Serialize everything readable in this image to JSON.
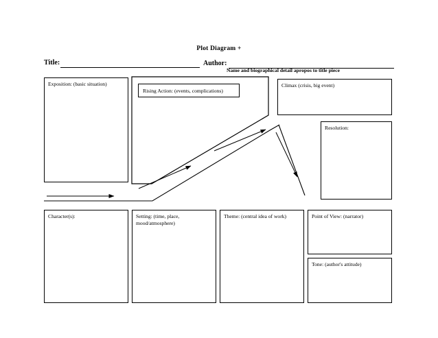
{
  "document": {
    "title": "Plot Diagram +"
  },
  "header": {
    "title_label": "Title:",
    "title_value": "",
    "author_label": "Author:",
    "author_value": "",
    "author_hint": "Name and biographical detail apropos to title piece"
  },
  "boxes": {
    "exposition": {
      "label": "Exposition: (basic situation)",
      "value": ""
    },
    "rising_action": {
      "label": "Rising Action: (events, complications)",
      "value": ""
    },
    "climax": {
      "label": "Climax (crisis, big event)",
      "value": ""
    },
    "resolution": {
      "label": "Resolution:",
      "value": ""
    },
    "character": {
      "label": "Character(s):",
      "value": ""
    },
    "setting": {
      "label": "Setting: (time, place, mood/atmosphere)",
      "value": ""
    },
    "theme": {
      "label": "Theme: (central idea of work)",
      "value": ""
    },
    "point_of_view": {
      "label": "Point of View: (narrator)",
      "value": ""
    },
    "tone": {
      "label": "Tone: (author's attitude)",
      "value": ""
    }
  },
  "diagram": {
    "stroke_color": "#000000",
    "background_color": "#ffffff",
    "arrows": [
      {
        "name": "exposition-baseline-arrow",
        "direction": "right"
      },
      {
        "name": "rising-action-arrow-lower",
        "direction": "up-right"
      },
      {
        "name": "rising-action-arrow-upper",
        "direction": "up-right"
      },
      {
        "name": "falling-action-arrow",
        "direction": "down-right"
      }
    ]
  }
}
